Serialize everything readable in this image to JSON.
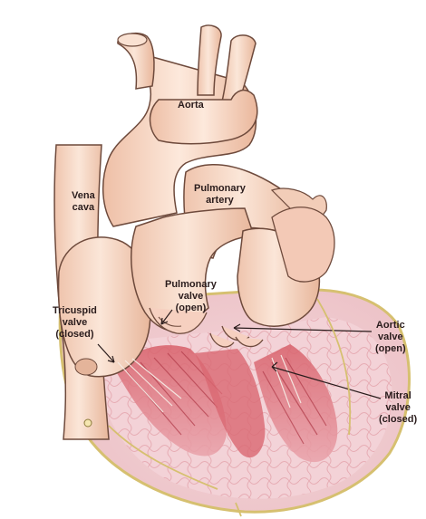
{
  "figure": {
    "palette": {
      "vessel_fill": "#f6d7c4",
      "vessel_shadow": "#e8b79c",
      "outline": "#6e4a3c",
      "muscle_red": "#c8515a",
      "muscle_pink": "#e89aa2",
      "tissue_light": "#f6e0e4",
      "vein_yellow": "#d6c070",
      "background": "#ffffff"
    },
    "labels": {
      "aorta": {
        "line1": "Aorta"
      },
      "vena_cava": {
        "line1": "Vena",
        "line2": "cava"
      },
      "pulmonary_artery": {
        "line1": "Pulmonary",
        "line2": "artery"
      },
      "pulmonary_valve": {
        "line1": "Pulmonary",
        "line2": "valve",
        "line3": "(open)"
      },
      "tricuspid_valve": {
        "line1": "Tricuspid",
        "line2": "valve",
        "line3": "(closed)"
      },
      "aortic_valve": {
        "line1": "Aortic",
        "line2": "valve",
        "line3": "(open)"
      },
      "mitral_valve": {
        "line1": "Mitral",
        "line2": "valve",
        "line3": "(closed)"
      }
    }
  }
}
